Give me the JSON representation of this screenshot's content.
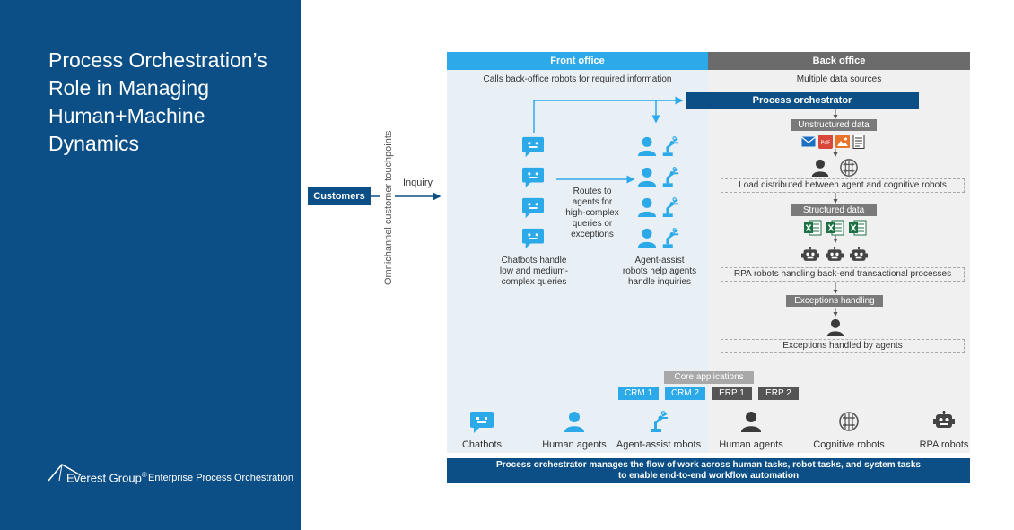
{
  "slide": {
    "title": "Process Orchestration’s Role in Managing Human+Machine Dynamics",
    "brand_name": "Everest Group",
    "brand_reg": "®",
    "brand_tagline": "Enterprise Process Orchestration"
  },
  "left": {
    "customers": "Customers",
    "omnichannel": "Omnichannel customer touchpoints",
    "inquiry": "Inquiry"
  },
  "front_office": {
    "header": "Front office",
    "subtitle": "Calls back-office robots for required information",
    "routes": [
      "Routes to",
      "agents for",
      "high-complex",
      "queries or",
      "exceptions"
    ],
    "chatbots_caption": [
      "Chatbots handle",
      "low and medium-",
      "complex queries"
    ],
    "agent_caption": [
      "Agent-assist",
      "robots help agents",
      "handle inquiries"
    ]
  },
  "back_office": {
    "header": "Back office",
    "subtitle": "Multiple data sources",
    "orchestrator": "Process orchestrator",
    "unstructured": "Unstructured data",
    "load": "Load distributed between agent and cognitive robots",
    "structured": "Structured data",
    "rpa": "RPA robots handling back-end transactional processes",
    "exceptions": "Exceptions handling",
    "exceptions_agents": "Exceptions handled by agents"
  },
  "core": {
    "title": "Core applications",
    "apps": [
      "CRM 1",
      "CRM 2",
      "ERP 1",
      "ERP 2"
    ]
  },
  "legend": [
    "Chatbots",
    "Human agents",
    "Agent-assist robots",
    "Human agents",
    "Cognitive robots",
    "RPA robots"
  ],
  "footer": [
    "Process orchestrator manages the flow of work across human tasks, robot tasks, and system tasks",
    "to enable end-to-end workflow automation"
  ],
  "colors": {
    "navy": "#0b4f86",
    "blue": "#2ba9e8",
    "grey": "#6b6b6b"
  }
}
